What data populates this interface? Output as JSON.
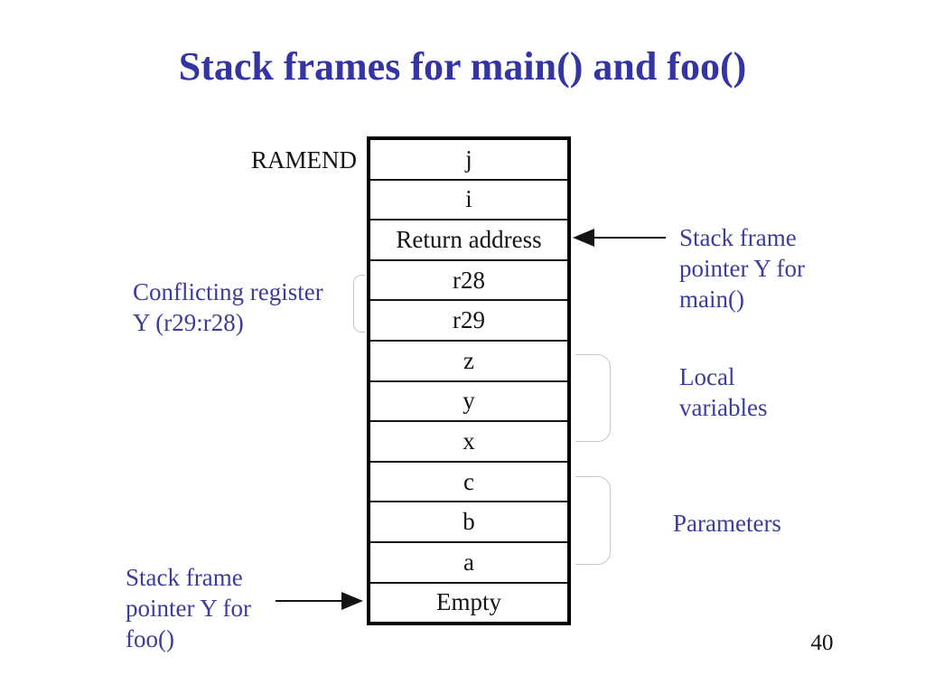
{
  "slide": {
    "title": "Stack frames for main() and foo()",
    "page_number": "40",
    "colors": {
      "title_blue": "#3434a3",
      "label_blue": "#3c3c9b",
      "text_black": "#141414",
      "bracket_gray": "#c6c6c6",
      "background": "#ffffff"
    }
  },
  "stack": {
    "cells": [
      "j",
      "i",
      "Return address",
      "r28",
      "r29",
      "z",
      "y",
      "x",
      "c",
      "b",
      "a",
      "Empty"
    ]
  },
  "labels": {
    "ramend": "RAMEND",
    "conflicting_register": {
      "lines": [
        "Conflicting register",
        "Y (r29:r28)"
      ]
    },
    "sfp_main": {
      "lines": [
        "Stack frame",
        "pointer Y for",
        "main()"
      ]
    },
    "local_variables": {
      "lines": [
        "Local",
        "variables"
      ]
    },
    "parameters": "Parameters",
    "sfp_foo": {
      "lines": [
        "Stack frame",
        "pointer Y for",
        "foo()"
      ]
    }
  }
}
